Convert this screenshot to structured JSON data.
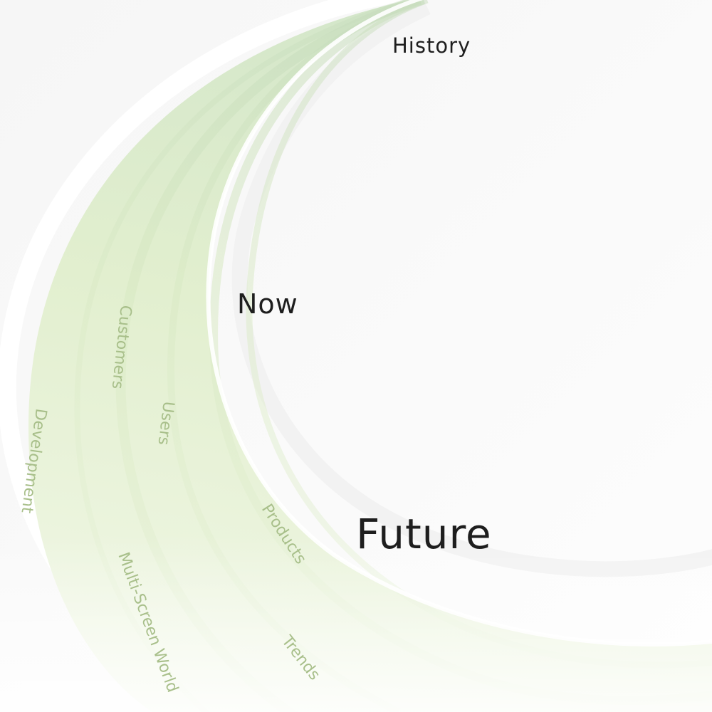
{
  "milestones": {
    "history": "History",
    "now": "Now",
    "future": "Future"
  },
  "topics": {
    "customers": "Customers",
    "users": "Users",
    "development": "Development",
    "products": "Products",
    "multi_screen_world": "Multi-Screen World",
    "trends": "Trends"
  },
  "colors": {
    "background": "#f8f8f8",
    "swoosh_light": "#eef5e3",
    "swoosh_mid": "#dcebc9",
    "swoosh_dark": "#cfe2bf",
    "milestone_text": "#1e1e1e",
    "topic_text": "#a8bf8a"
  }
}
